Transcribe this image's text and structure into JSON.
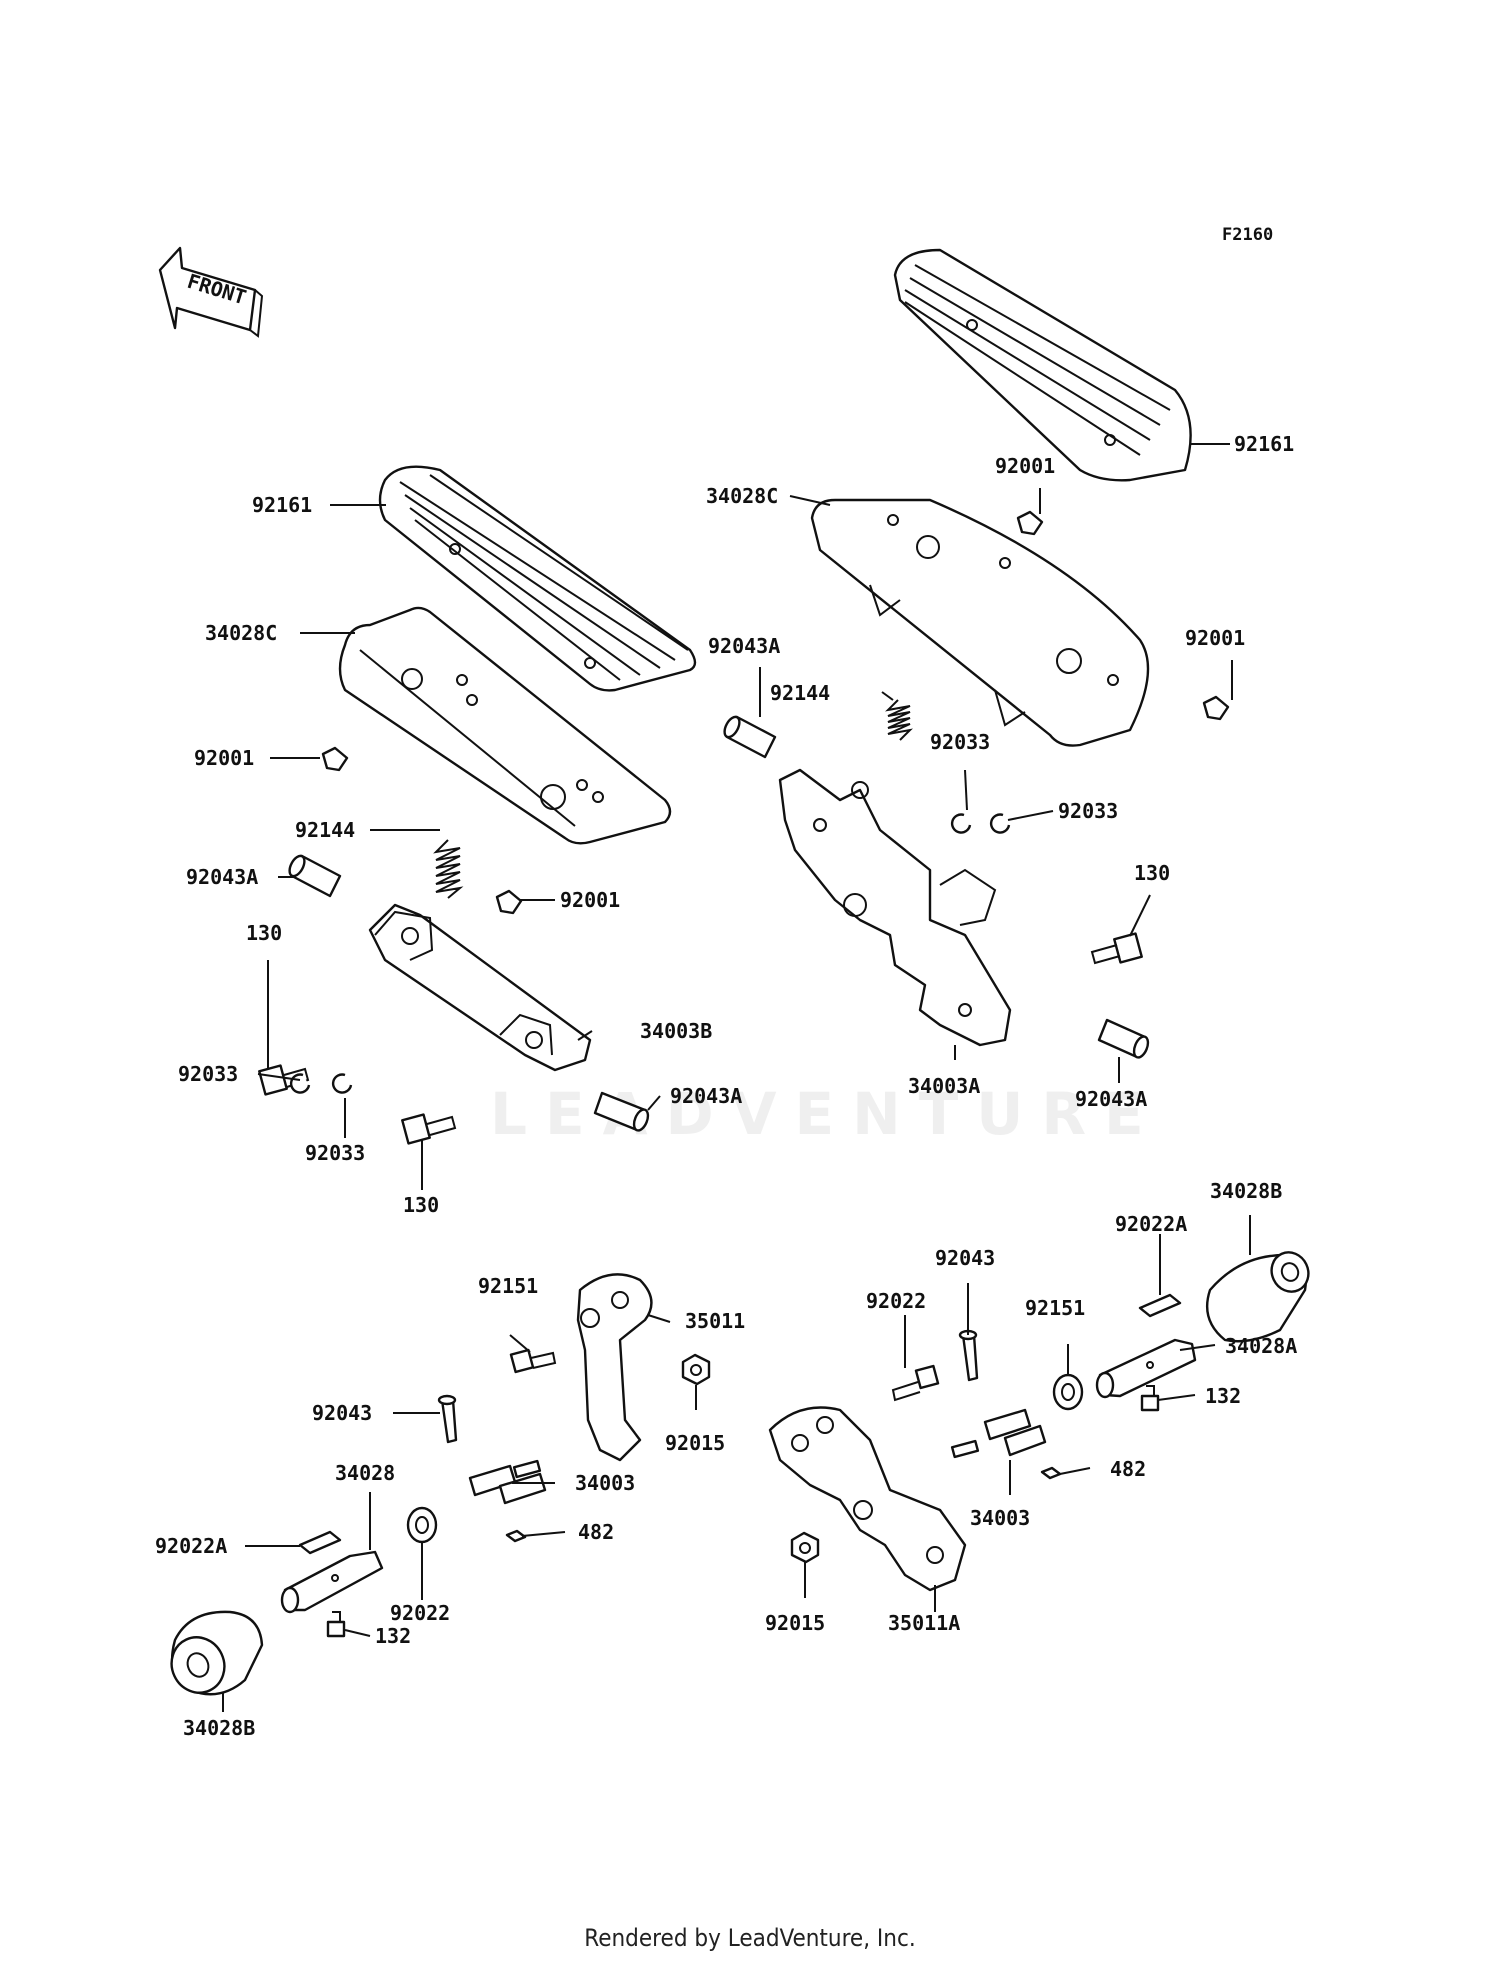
{
  "diagram_code": "F2160",
  "front_indicator": "FRONT",
  "watermark_text": "LEADVENTURE",
  "footer_text": "Rendered by LeadVenture, Inc.",
  "labels": [
    {
      "id": "l1",
      "text": "92161"
    },
    {
      "id": "l2",
      "text": "34028C"
    },
    {
      "id": "l3",
      "text": "92001"
    },
    {
      "id": "l4",
      "text": "92144"
    },
    {
      "id": "l5",
      "text": "92043A"
    },
    {
      "id": "l6",
      "text": "92001"
    },
    {
      "id": "l7",
      "text": "130"
    },
    {
      "id": "l8",
      "text": "34003B"
    },
    {
      "id": "l9",
      "text": "92033"
    },
    {
      "id": "l10",
      "text": "92043A"
    },
    {
      "id": "l11",
      "text": "92033"
    },
    {
      "id": "l12",
      "text": "130"
    },
    {
      "id": "l13",
      "text": "92161"
    },
    {
      "id": "l14",
      "text": "92001"
    },
    {
      "id": "l15",
      "text": "34028C"
    },
    {
      "id": "l16",
      "text": "92043A"
    },
    {
      "id": "l17",
      "text": "92001"
    },
    {
      "id": "l18",
      "text": "92144"
    },
    {
      "id": "l19",
      "text": "92033"
    },
    {
      "id": "l20",
      "text": "92033"
    },
    {
      "id": "l21",
      "text": "130"
    },
    {
      "id": "l22",
      "text": "34003A"
    },
    {
      "id": "l23",
      "text": "92043A"
    },
    {
      "id": "l24",
      "text": "34028B"
    },
    {
      "id": "l25",
      "text": "92022A"
    },
    {
      "id": "l26",
      "text": "92043"
    },
    {
      "id": "l27",
      "text": "92151"
    },
    {
      "id": "l28",
      "text": "92022"
    },
    {
      "id": "l29",
      "text": "34028A"
    },
    {
      "id": "l30",
      "text": "132"
    },
    {
      "id": "l31",
      "text": "482"
    },
    {
      "id": "l32",
      "text": "34003"
    },
    {
      "id": "l33",
      "text": "92015"
    },
    {
      "id": "l34",
      "text": "35011A"
    },
    {
      "id": "l35",
      "text": "92151"
    },
    {
      "id": "l36",
      "text": "35011"
    },
    {
      "id": "l37",
      "text": "92043"
    },
    {
      "id": "l38",
      "text": "92015"
    },
    {
      "id": "l39",
      "text": "34003"
    },
    {
      "id": "l40",
      "text": "34028"
    },
    {
      "id": "l41",
      "text": "92022A"
    },
    {
      "id": "l42",
      "text": "482"
    },
    {
      "id": "l43",
      "text": "92022"
    },
    {
      "id": "l44",
      "text": "132"
    },
    {
      "id": "l45",
      "text": "34028B"
    }
  ]
}
